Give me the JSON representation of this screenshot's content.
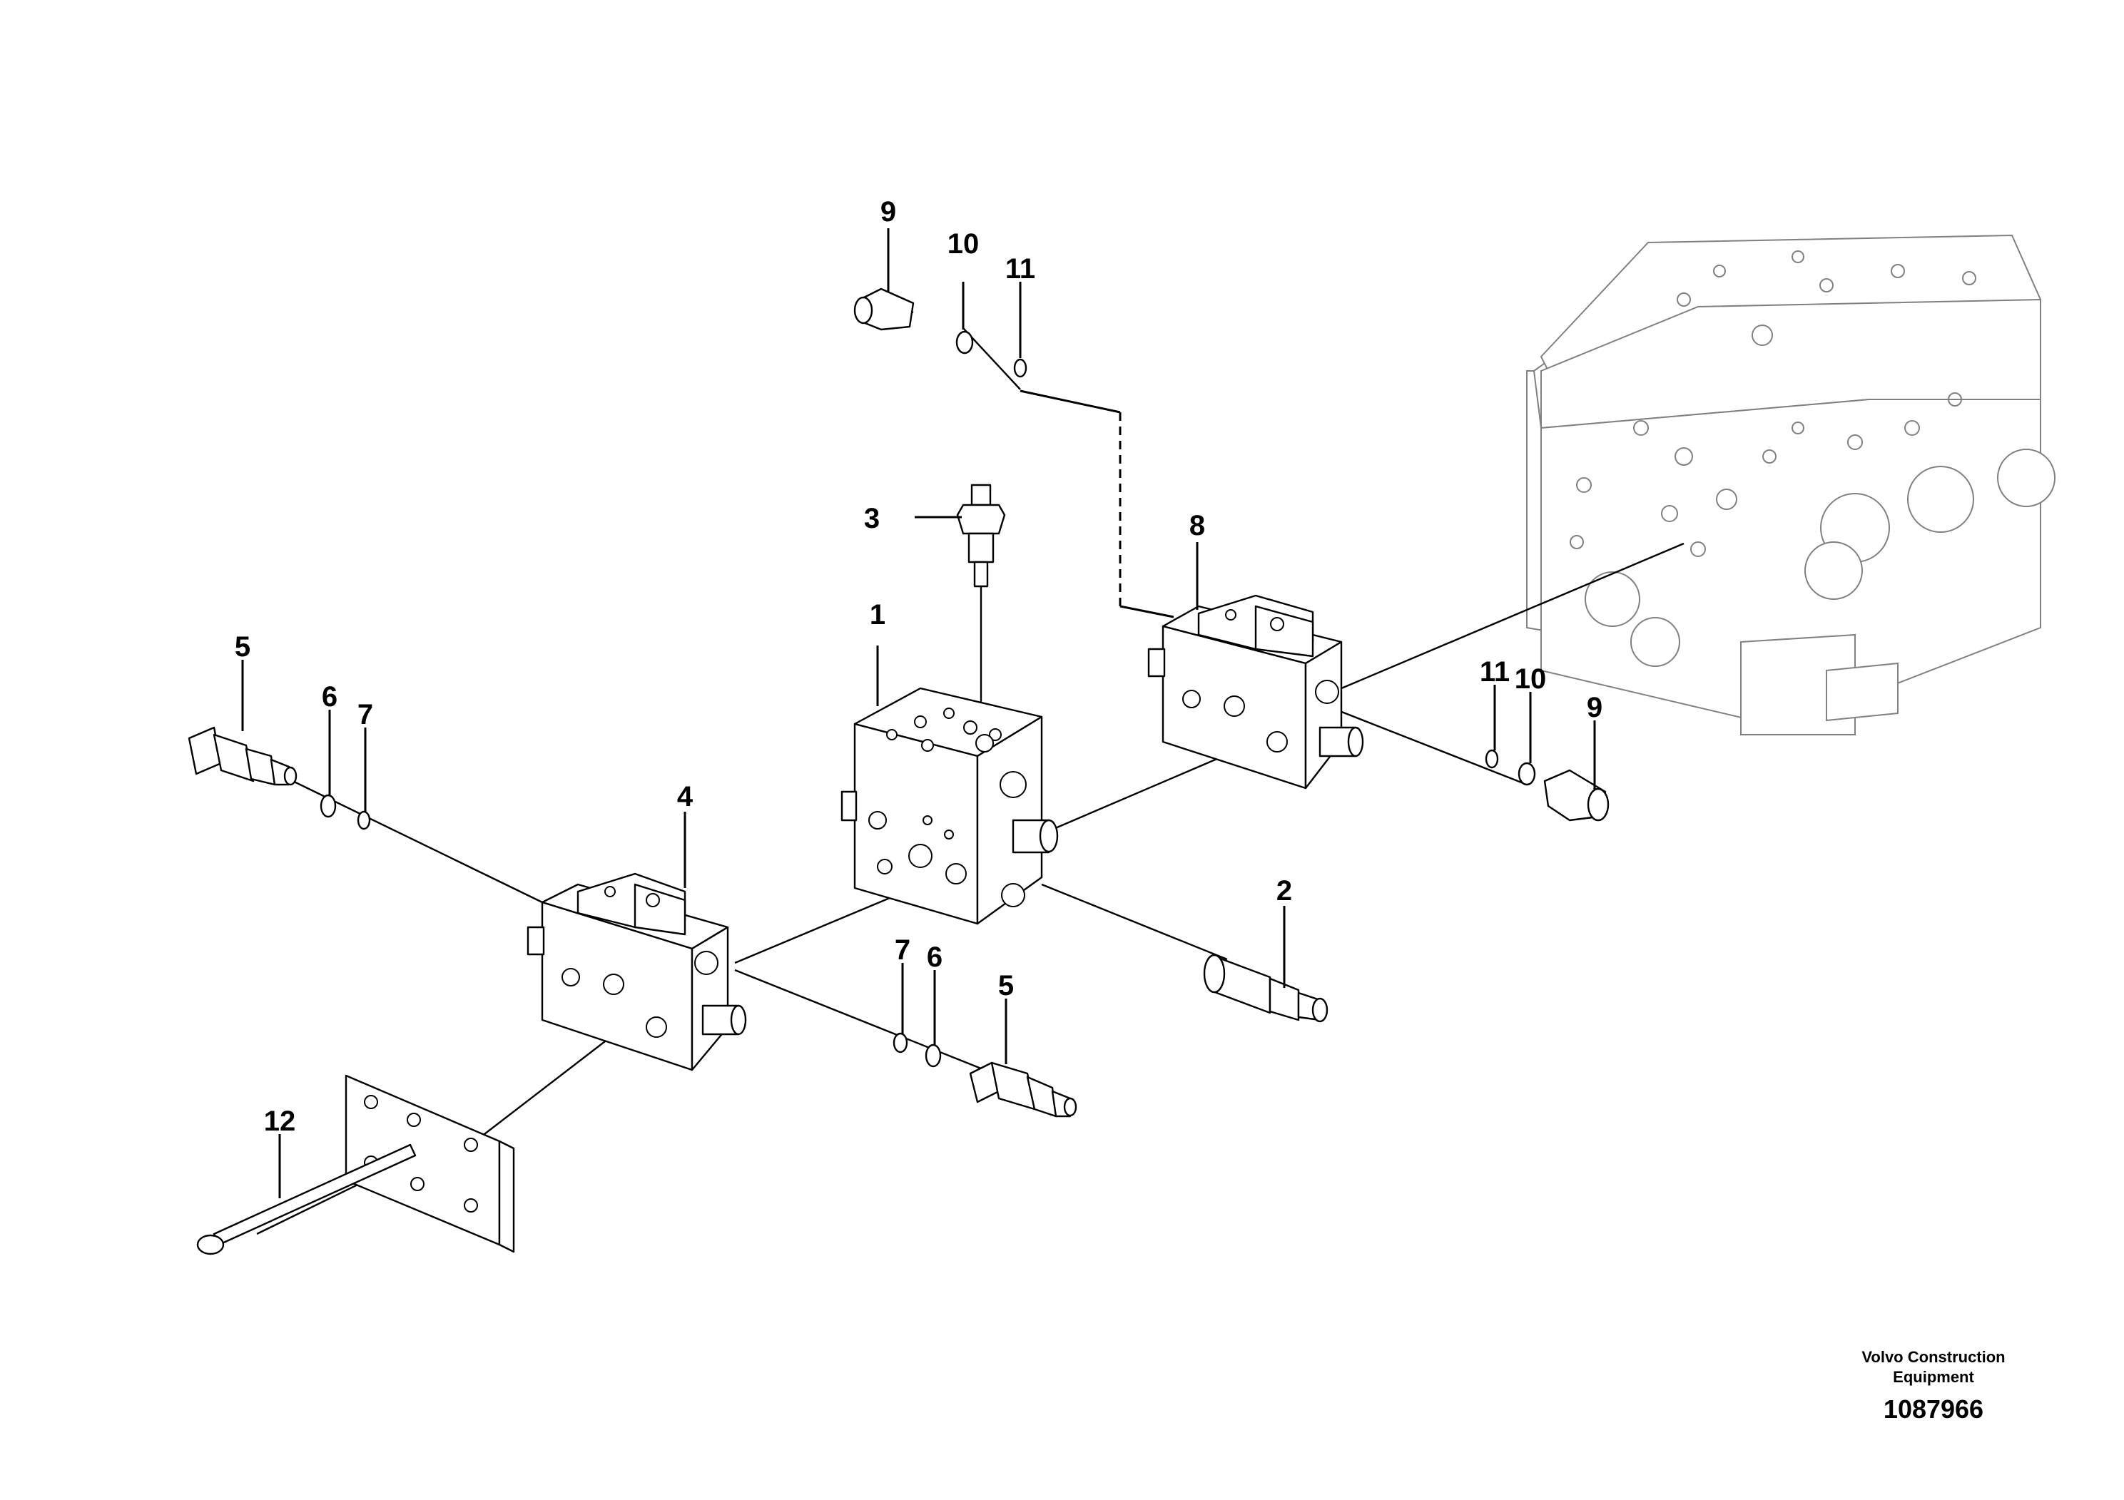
{
  "callouts": {
    "c1": "1",
    "c2": "2",
    "c3": "3",
    "c4": "4",
    "c5a": "5",
    "c5b": "5",
    "c6a": "6",
    "c6b": "6",
    "c7a": "7",
    "c7b": "7",
    "c8": "8",
    "c9a": "9",
    "c9b": "9",
    "c10a": "10",
    "c10b": "10",
    "c11a": "11",
    "c11b": "11",
    "c12": "12"
  },
  "footer": {
    "maker_line1": "Volvo Construction",
    "maker_line2": "Equipment",
    "drawing_number": "1087966"
  }
}
